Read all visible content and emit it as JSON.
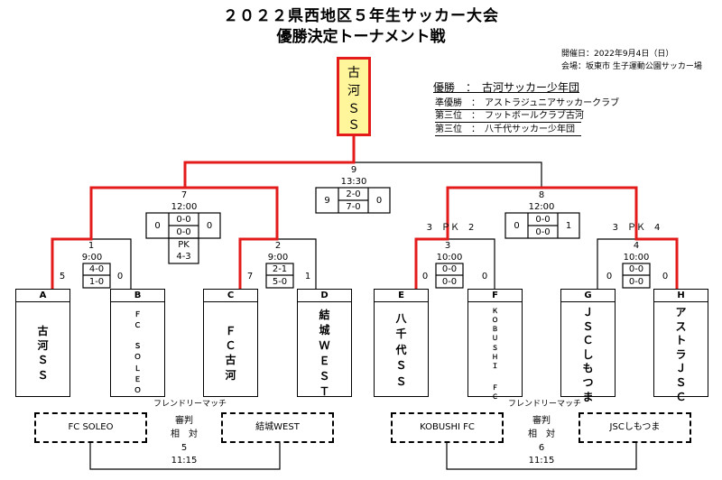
{
  "title": "２０２２県西地区５年生サッカー大会",
  "subtitle": "優勝決定トーナメント戦",
  "date": "開催日：2022年9月4日（日）",
  "venue": "会場：坂東市 生子運動公園サッカー場",
  "winner_chars": [
    "古",
    "河",
    "Ｓ",
    "Ｓ"
  ],
  "results": {
    "champion": "優勝　：　古河サッカー少年団",
    "runner_up": "準優勝　：　アストラジュニアサッカークラブ",
    "third_1": "第三位　：　フットボールクラブ古河",
    "third_2": "第三位　：　八千代サッカー少年団"
  },
  "teams": [
    {
      "letter": "A",
      "chars": [
        "古",
        "河",
        "Ｓ",
        "Ｓ"
      ]
    },
    {
      "letter": "B",
      "chars": [
        "Ｆ",
        "Ｃ",
        "",
        "Ｓ",
        "Ｏ",
        "Ｌ",
        "Ｅ",
        "Ｏ"
      ]
    },
    {
      "letter": "C",
      "chars": [
        "Ｆ",
        "Ｃ",
        "古",
        "河"
      ]
    },
    {
      "letter": "D",
      "chars": [
        "結",
        "城",
        "Ｗ",
        "Ｅ",
        "Ｓ",
        "Ｔ"
      ]
    },
    {
      "letter": "E",
      "chars": [
        "八",
        "千",
        "代",
        "Ｓ",
        "Ｓ"
      ]
    },
    {
      "letter": "F",
      "chars": [
        "Ｋ",
        "Ｏ",
        "Ｂ",
        "Ｕ",
        "Ｓ",
        "Ｈ",
        "Ｉ",
        "",
        "Ｆ",
        "Ｃ"
      ]
    },
    {
      "letter": "G",
      "chars": [
        "Ｊ",
        "Ｓ",
        "Ｃ",
        "し",
        "も",
        "つ",
        "ま"
      ]
    },
    {
      "letter": "H",
      "chars": [
        "ア",
        "ス",
        "ト",
        "ラ",
        "Ｊ",
        "Ｓ",
        "Ｃ"
      ]
    }
  ],
  "matches": {
    "m1": {
      "no": "1",
      "time": "9:00",
      "score_l": "5",
      "score_r": "0",
      "h1": "4-0",
      "h2": "1-0"
    },
    "m2": {
      "no": "2",
      "time": "9:00",
      "score_l": "7",
      "score_r": "1",
      "h1": "2-1",
      "h2": "5-0"
    },
    "m3": {
      "no": "3",
      "time": "10:00",
      "score_l": "0",
      "score_r": "0",
      "h1": "0-0",
      "h2": "0-0",
      "pk": "3　ＰＫ　2"
    },
    "m4": {
      "no": "4",
      "time": "10:00",
      "score_l": "0",
      "score_r": "0",
      "h1": "0-0",
      "h2": "0-0",
      "pk": "3　ＰＫ　4"
    },
    "m7": {
      "no": "7",
      "time": "12:00",
      "score_l": "0",
      "score_r": "0",
      "h1": "0-0",
      "h2": "0-0",
      "pk_label": "PK",
      "pk_score": "4-3"
    },
    "m8": {
      "no": "8",
      "time": "12:00",
      "score_l": "0",
      "score_r": "1",
      "h1": "0-0",
      "h2": "0-0"
    },
    "m9": {
      "no": "9",
      "time": "13:30",
      "score_l": "9",
      "score_r": "0",
      "h1": "2-0",
      "h2": "7-0"
    }
  },
  "friendly": {
    "label": "フレンドリーマッチ",
    "ref_l1": "審判",
    "ref_l2": "相　対",
    "left": {
      "team1": "FC SOLEO",
      "team2": "結城WEST",
      "no": "5",
      "time": "11:15"
    },
    "right": {
      "team1": "KOBUSHI FC",
      "team2": "JSCしもつま",
      "no": "6",
      "time": "11:15"
    }
  }
}
